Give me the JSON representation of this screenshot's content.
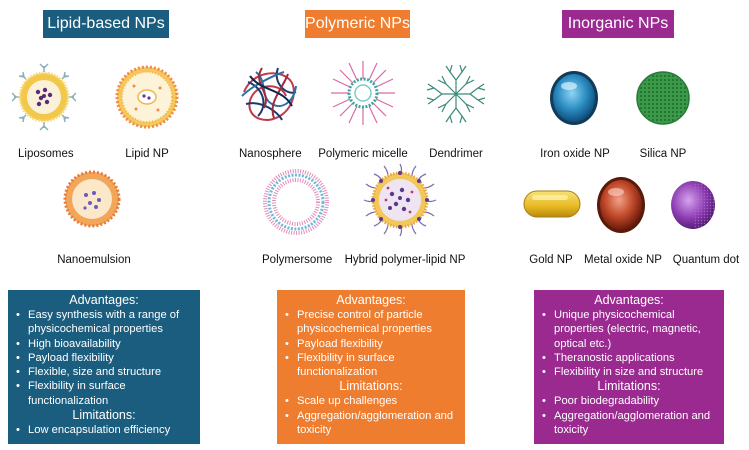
{
  "headers": {
    "lipid": "Lipid-based NPs",
    "polymeric": "Polymeric NPs",
    "inorganic": "Inorganic NPs"
  },
  "labels": {
    "liposomes": "Liposomes",
    "lipid_np": "Lipid NP",
    "nanoemulsion": "Nanoemulsion",
    "nanosphere": "Nanosphere",
    "polymeric_micelle": "Polymeric micelle",
    "dendrimer": "Dendrimer",
    "polymersome": "Polymersome",
    "hybrid": "Hybrid polymer-lipid NP",
    "iron_oxide": "Iron oxide NP",
    "silica": "Silica NP",
    "gold": "Gold NP",
    "metal_oxide": "Metal oxide NP",
    "quantum_dot": "Quantum dot"
  },
  "boxes": {
    "lipid": {
      "advantages_title": "Advantages:",
      "advantages": [
        "Easy synthesis with a range of physicochemical properties",
        "High bioavailability",
        "Payload flexibility",
        "Flexible, size and structure",
        "Flexibility in surface functionalization"
      ],
      "limitations_title": "Limitations:",
      "limitations": [
        "Low encapsulation efficiency"
      ]
    },
    "polymeric": {
      "advantages_title": "Advantages:",
      "advantages": [
        "Precise control of particle physicochemical properties",
        "Payload flexibility",
        "Flexibility in surface functionalization"
      ],
      "limitations_title": "Limitations:",
      "limitations": [
        "Scale up challenges",
        "Aggregation/agglomeration and toxicity"
      ]
    },
    "inorganic": {
      "advantages_title": "Advantages:",
      "advantages": [
        "Unique physicochemical properties (electric, magnetic, optical etc.)",
        "Theranostic applications",
        "Flexibility in size and structure"
      ],
      "limitations_title": "Limitations:",
      "limitations": [
        "Poor biodegradability",
        "Aggregation/agglomeration and toxicity"
      ]
    }
  },
  "colors": {
    "lipid": "#1b5d7e",
    "polymeric": "#ef7d2f",
    "inorganic": "#9a2a8f"
  }
}
